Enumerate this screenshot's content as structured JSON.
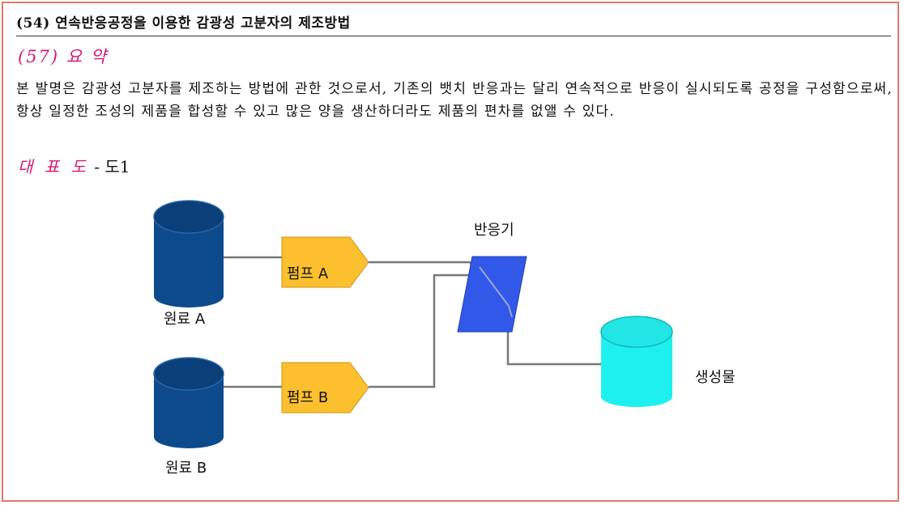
{
  "header": {
    "title": "(54) 연속반응공정을 이용한 감광성 고분자의 제조방법"
  },
  "summary": {
    "heading": "(57) 요 약",
    "text": "본 발명은 감광성 고분자를 제조하는 방법에 관한 것으로서, 기존의 뱃치 반응과는 달리 연속적으로 반응이 실시되도록 공정을 구성함으로써, 항상 일정한 조성의 제품을 합성할 수 있고 많은 양을 생산하더라도 제품의 편차를 없앨 수 있다."
  },
  "representative": {
    "label": "대 표 도",
    "separator": " - ",
    "value": "도1"
  },
  "figure": {
    "reactor_label": "반응기",
    "pump_a_label": "펌프 A",
    "pump_b_label": "펌프 B",
    "material_a_label": "원료 A",
    "material_b_label": "원료 B",
    "product_label": "생성물",
    "colors": {
      "tank": "#0c4a8c",
      "tank_top": "#0a3f7a",
      "pump": "#fcc02e",
      "reactor": "#3158e8",
      "product": "#1ef0f0",
      "pipe": "#777777"
    }
  }
}
